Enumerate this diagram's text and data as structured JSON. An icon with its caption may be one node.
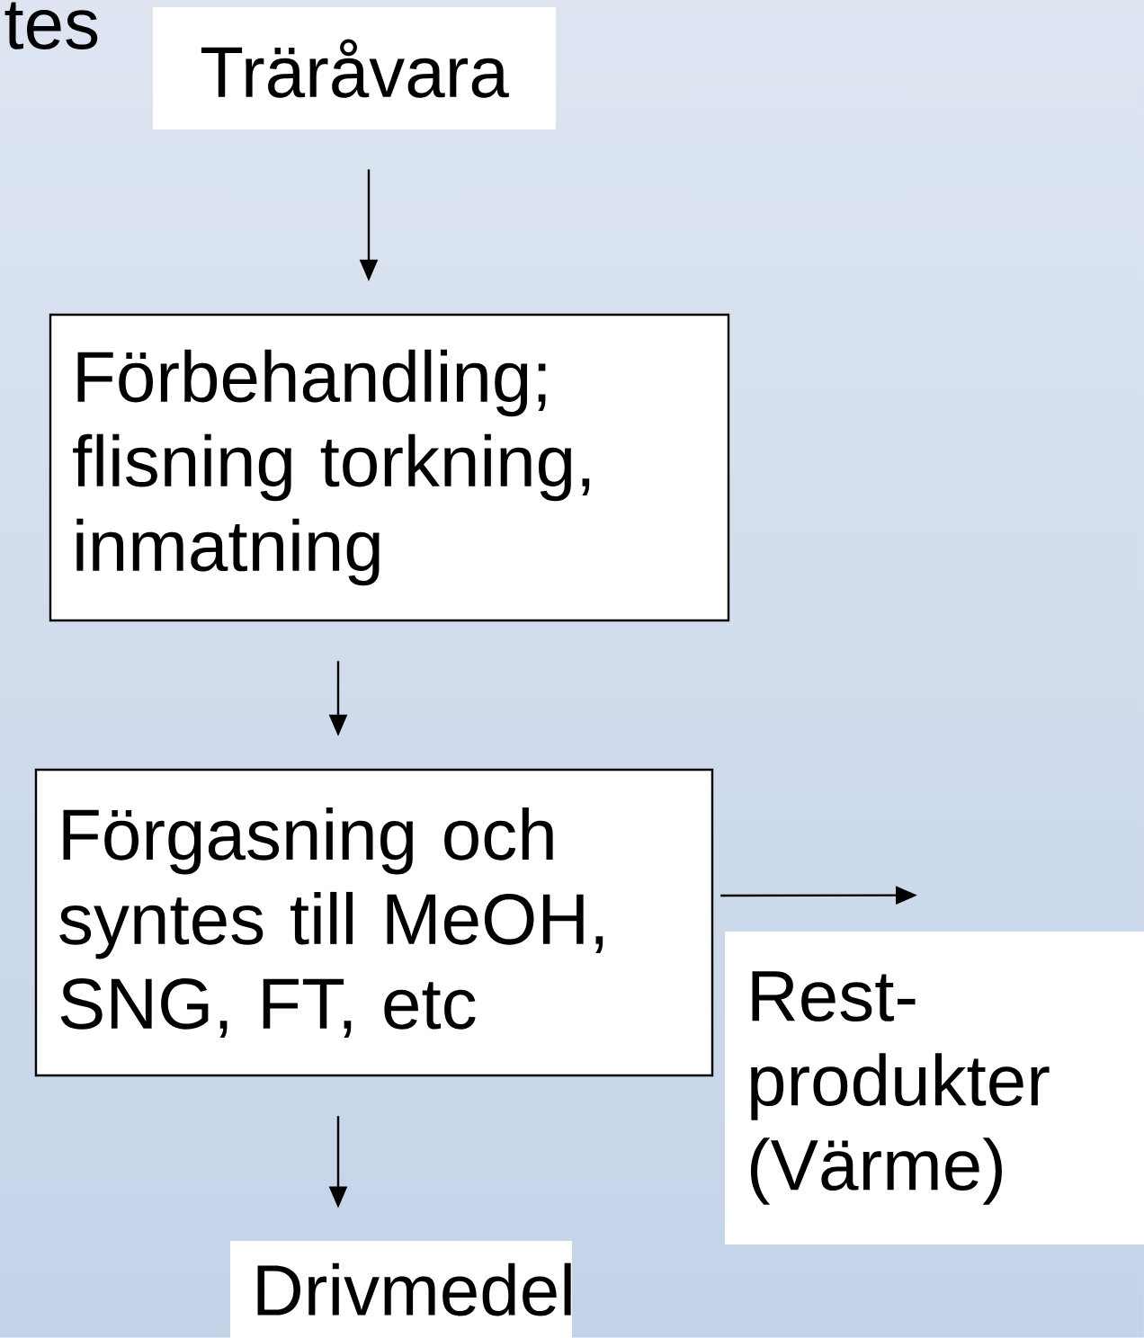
{
  "diagram": {
    "nodes": [
      {
        "text": [
          "Träråvara"
        ]
      },
      {
        "text": [
          "Förbehandling; flisning torkning, inmatning"
        ]
      },
      {
        "text": [
          "Förgasning och syntes till MeOH, SNG, FT, etc"
        ]
      },
      {
        "text": [
          "Rest- produkter (Värme)"
        ]
      },
      {
        "text": [
          "Drivmedel"
        ]
      }
    ],
    "edges": [
      {
        "from": 0,
        "to": 1,
        "arrow": "to"
      },
      {
        "from": 1,
        "to": 2,
        "arrow": "to"
      },
      {
        "from": 2,
        "to": 3,
        "arrow": "to"
      },
      {
        "from": 2,
        "to": 4,
        "arrow": "to"
      }
    ],
    "labels": [
      "tes"
    ]
  }
}
